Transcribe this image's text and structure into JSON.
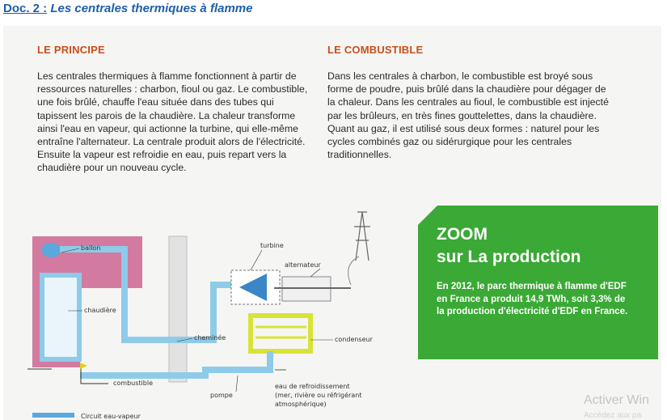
{
  "header": {
    "doc_number": "Doc. 2 :",
    "doc_title": "Les centrales thermiques à flamme"
  },
  "principe": {
    "title": "LE PRINCIPE",
    "text": "Les centrales thermiques à flamme fonctionnent à partir de ressources naturelles : charbon, fioul ou gaz. Le combustible, une fois brûlé, chauffe l'eau située dans des tubes qui tapissent les parois de la chaudière. La chaleur transforme ainsi l'eau en vapeur, qui actionne la turbine, qui elle-même entraîne l'alternateur. La centrale produit alors de l'électricité. Ensuite la vapeur est refroidie en eau, puis repart vers la chaudière pour un nouveau cycle."
  },
  "combustible": {
    "title": "LE COMBUSTIBLE",
    "text": "Dans les centrales à charbon, le combustible est broyé sous forme de poudre, puis brûlé dans la chaudière pour dégager de la chaleur. Dans les centrales au fioul, le combustible est injecté par les brûleurs, en très fines gouttelettes, dans la chaudière. Quant au gaz, il est utilisé sous deux formes : naturel pour les cycles combinés gaz ou sidérurgique pour les centrales traditionnelles."
  },
  "diagram": {
    "labels": {
      "ballon": "ballon",
      "chaudiere": "chaudière",
      "cheminee": "cheminée",
      "turbine": "turbine",
      "alternateur": "alternateur",
      "condenseur": "condenseur",
      "pompe": "pompe",
      "combustible": "combustible",
      "eau_line1": "eau de refroidissement",
      "eau_line2": "(mer, rivière ou réfrigérant",
      "eau_line3": "atmosphérique)",
      "legend": "Circuit eau-vapeur"
    }
  },
  "zoom": {
    "title_line1": "ZOOM",
    "title_line2": "sur La production",
    "text": "En 2012, le parc thermique à flamme d'EDF en France a produit 14,9 TWh, soit 3,3% de la production d'électricité d'EDF en France."
  },
  "watermark": {
    "line1": "Activer Win",
    "line2": "Accédez aux pa"
  },
  "colors": {
    "title_blue": "#1f5fa8",
    "section_orange": "#c8501a",
    "zoom_green": "#3aa935",
    "boiler_pink": "#d27aa0",
    "pipe_blue": "#8ecbe8",
    "condenser_yellow": "#d8e33a"
  }
}
